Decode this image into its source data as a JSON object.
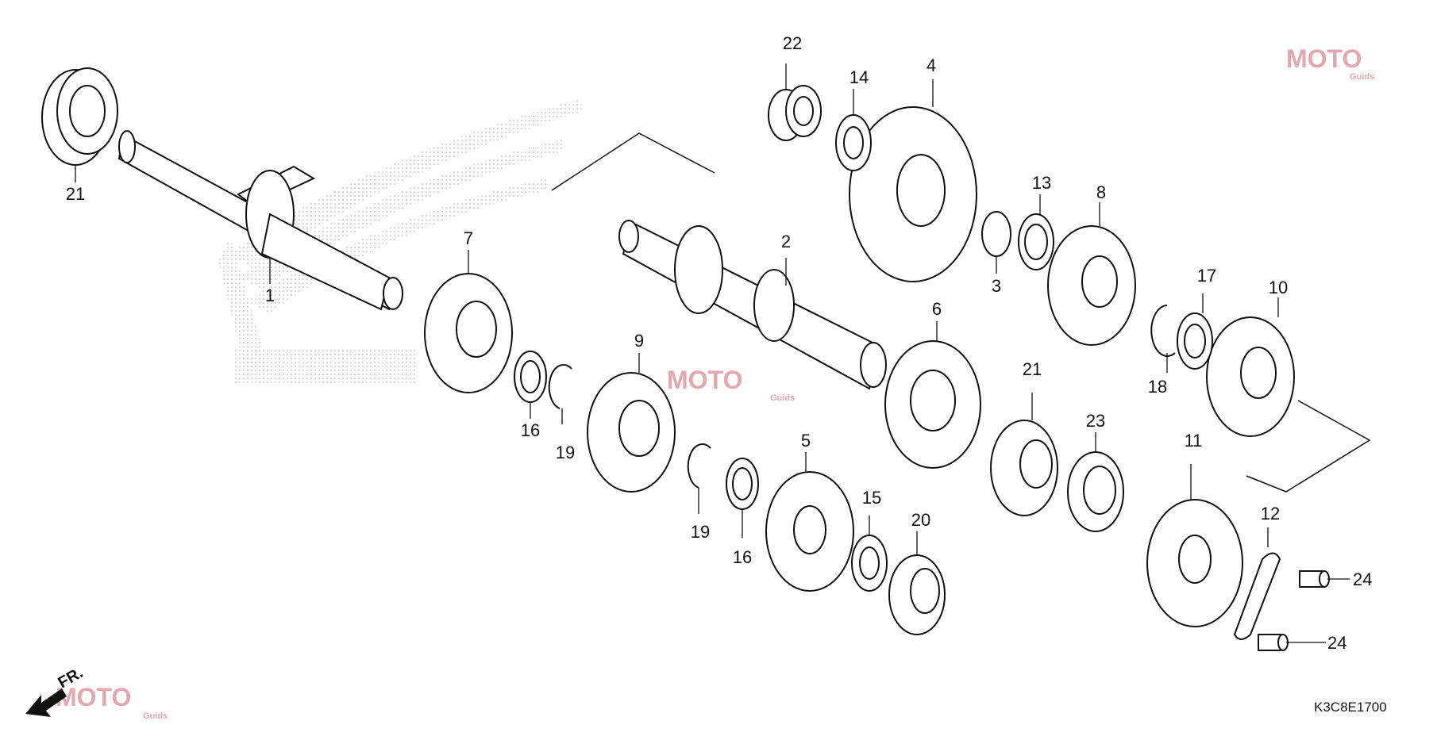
{
  "diagram": {
    "code": "K3C8E1700",
    "front_label": "FR.",
    "watermark": {
      "brand": "MOTO",
      "sub": "Guids",
      "color": "#d98a95"
    },
    "line_color": "#111111",
    "callouts": [
      "1",
      "2",
      "3",
      "4",
      "5",
      "6",
      "7",
      "8",
      "9",
      "10",
      "11",
      "12",
      "13",
      "14",
      "15",
      "16",
      "16",
      "17",
      "18",
      "19",
      "19",
      "20",
      "21",
      "21",
      "22",
      "23",
      "24",
      "24"
    ]
  }
}
